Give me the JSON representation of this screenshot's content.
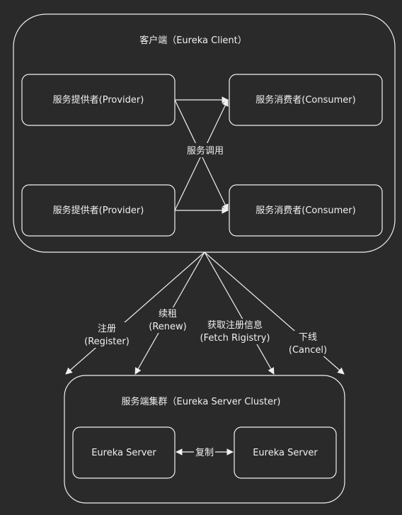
{
  "client": {
    "title": "客户端（Eureka Client）",
    "provider_top": "服务提供者(Provider)",
    "provider_bottom": "服务提供者(Provider)",
    "consumer_top": "服务消费者(Consumer)",
    "consumer_bottom": "服务消费者(Consumer)",
    "call_label": "服务调用"
  },
  "actions": {
    "register": [
      "注册",
      "(Register)"
    ],
    "renew": [
      "续租",
      "(Renew)"
    ],
    "fetch": [
      "获取注册信息",
      "(Fetch Rigistry)"
    ],
    "cancel": [
      "下线",
      "(Cancel)"
    ]
  },
  "server": {
    "title": "服务端集群（Eureka Server Cluster)",
    "node_left": "Eureka Server",
    "node_right": "Eureka Server",
    "replicate_label": "复制"
  },
  "colors": {
    "background": "#2a2a2a",
    "stroke": "#f0f0f0"
  }
}
